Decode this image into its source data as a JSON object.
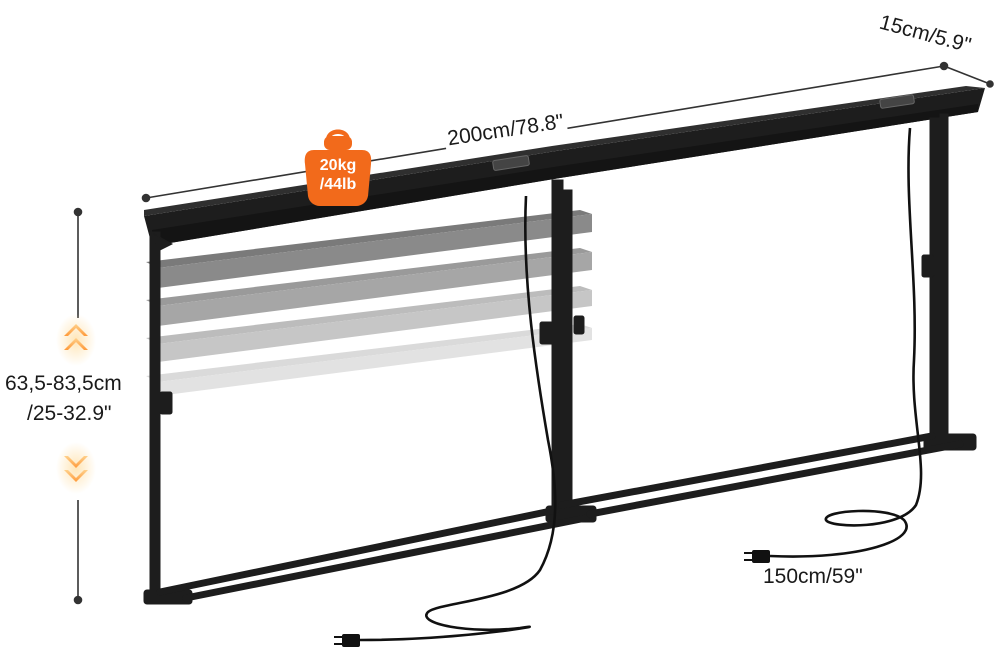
{
  "dimensions": {
    "width": "200cm/78.8\"",
    "depth": "15cm/5.9\"",
    "height_line1": "63,5-83,5cm",
    "height_line2": "/25-32.9\"",
    "cord_length": "150cm/59\""
  },
  "weight_badge": {
    "line1": "20kg",
    "line2": "/44lb",
    "color": "#f26a1b"
  },
  "colors": {
    "frame": "#1d1d1d",
    "tabletop": "#2a2a2a",
    "accent": "#f26a1b"
  }
}
